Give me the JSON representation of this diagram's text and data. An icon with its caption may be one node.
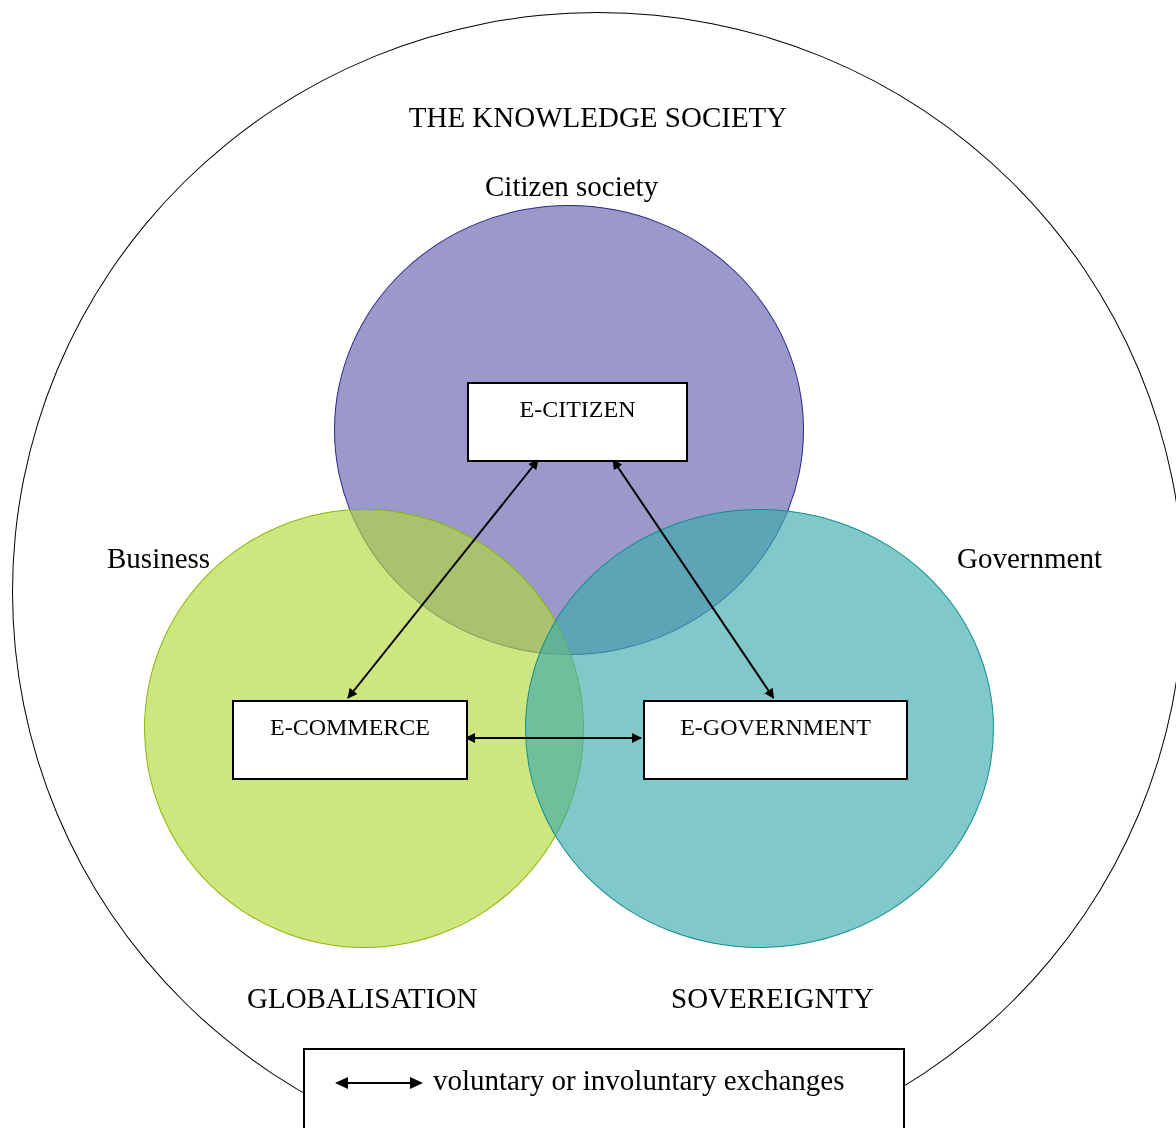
{
  "diagram": {
    "nodes": [
      {
        "text": [
          "THE KNOWLEDGE SOCIETY"
        ]
      },
      {
        "text": [
          "Citizen society"
        ],
        "in": 0
      },
      {
        "text": [
          "Business"
        ],
        "in": 0
      },
      {
        "text": [
          "Government"
        ],
        "in": 0
      },
      {
        "text": [
          "E-CITIZEN"
        ],
        "in": 1
      },
      {
        "text": [
          "E-COMMERCE"
        ],
        "in": 2
      },
      {
        "text": [
          "E-GOVERNMENT"
        ],
        "in": 3
      }
    ],
    "edges": [
      {
        "from": 4,
        "to": 5,
        "arrow": "both"
      },
      {
        "from": 4,
        "to": 6,
        "arrow": "both"
      },
      {
        "from": 5,
        "to": 6,
        "arrow": "both"
      }
    ],
    "labels": [
      "GLOBALISATION",
      "SOVEREIGNTY"
    ],
    "legend": [
      {
        "text": "voluntary or involuntary exchanges"
      }
    ]
  }
}
